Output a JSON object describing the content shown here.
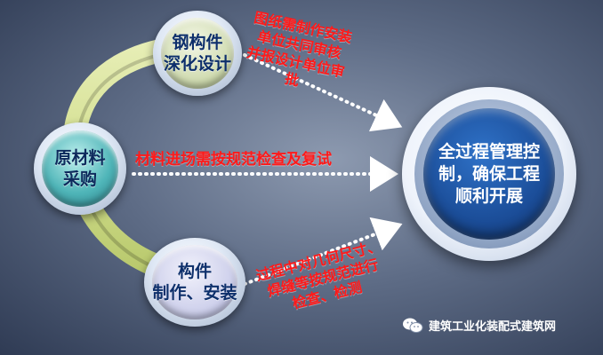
{
  "nodes": {
    "top": {
      "line1": "钢构件",
      "line2": "深化设计"
    },
    "middle": {
      "line1": "原材料",
      "line2": "采购"
    },
    "bottom": {
      "line1": "构件",
      "line2": "制作、安装"
    }
  },
  "annotations": {
    "top": {
      "line1": "图纸需制作安装",
      "line2": "单位共同审核",
      "line3": "并报设计单位审",
      "line4": "批"
    },
    "middle": {
      "text": "材料进场需按规范检查及复试"
    },
    "bottom": {
      "line1": "过程中对几何尺寸、",
      "line2": "焊缝等按规范进行",
      "line3": "检查、检测"
    }
  },
  "goal": {
    "text": "全过程管理控制，确保工程顺利开展"
  },
  "watermark": {
    "text": "建筑工业化装配式建筑网"
  },
  "colors": {
    "arc": "#d9e58f",
    "arrow_text": "#ff1a1a",
    "node_text": "#0d2f6b",
    "goal_fill": "#1b4d98",
    "node_top_inner": "#c8d8a8",
    "node_middle_inner": "#3fa9b0",
    "node_bottom_inner": "#c9cbe8"
  }
}
